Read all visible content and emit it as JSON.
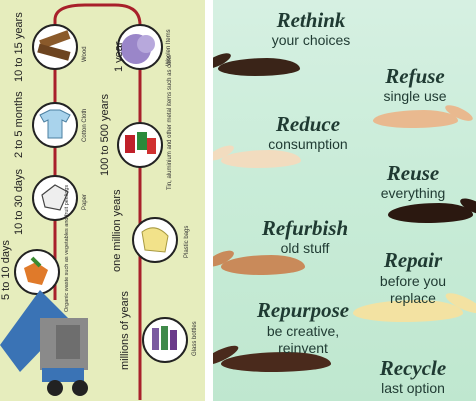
{
  "left_panel": {
    "timeline": [
      {
        "time": "10 to 15 years",
        "item": "Wood"
      },
      {
        "time": "1 year",
        "item": "Woolen Items"
      },
      {
        "time": "2 to 5 months",
        "item": "Cotton Cloth"
      },
      {
        "time": "100 to 500 years",
        "item": "Tin, aluminium and other metal items such as cans"
      },
      {
        "time": "10 to 30 days",
        "item": "Paper"
      },
      {
        "time": "one million years",
        "item": "Plastic bags"
      },
      {
        "time": "5 to 10 days",
        "item": "Organic waste such as vegetables and fruit peelings"
      },
      {
        "time": "millions of years",
        "item": "Glass bottles"
      }
    ]
  },
  "right_panel": {
    "items": [
      {
        "title": "Rethink",
        "subtitle": "your choices"
      },
      {
        "title": "Refuse",
        "subtitle": "single use"
      },
      {
        "title": "Reduce",
        "subtitle": "consumption"
      },
      {
        "title": "Reuse",
        "subtitle": "everything"
      },
      {
        "title": "Refurbish",
        "subtitle": "old stuff"
      },
      {
        "title": "Repair",
        "subtitle": "before you replace"
      },
      {
        "title": "Repurpose",
        "subtitle": "be creative, reinvent"
      },
      {
        "title": "Recycle",
        "subtitle": "last option"
      }
    ],
    "colors": {
      "text": "#1f3a32",
      "background": "#c9ecd8"
    }
  }
}
